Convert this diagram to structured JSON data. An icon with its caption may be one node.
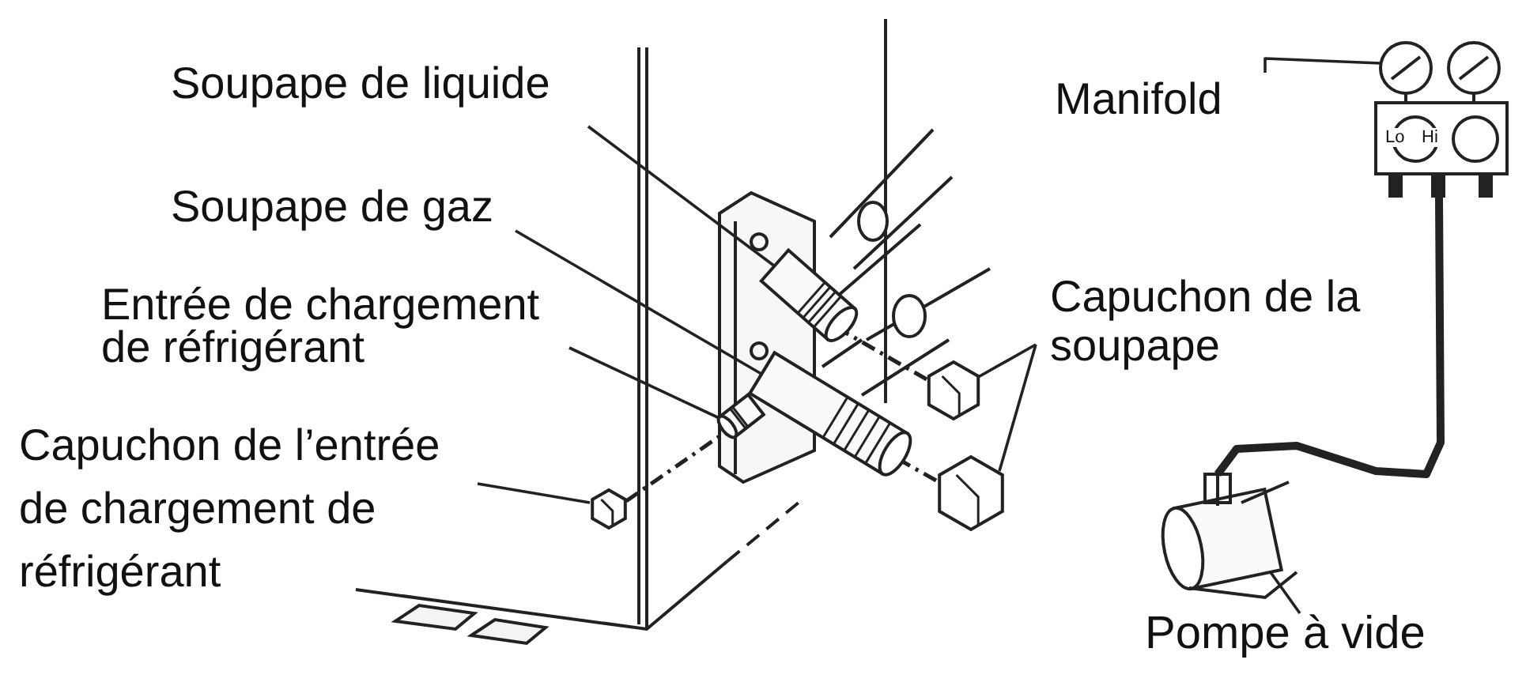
{
  "diagram": {
    "nodes": [
      {
        "text": [
          "Soupape de liquide"
        ]
      },
      {
        "text": [],
        "shape": "cylinder"
      },
      {
        "text": [
          "Soupape de gaz"
        ]
      },
      {
        "text": [],
        "shape": "cylinder"
      },
      {
        "text": [
          "Entrée de chargement de réfrigérant"
        ]
      },
      {
        "text": [],
        "shape": "cylinder"
      },
      {
        "text": [
          "Capuchon de l’entrée de chargement de réfrigérant"
        ]
      },
      {
        "text": [],
        "shape": "hexagon"
      },
      {
        "text": [
          "Capuchon de la soupape"
        ]
      },
      {
        "text": [],
        "shape": "hexagon"
      },
      {
        "text": [],
        "shape": "hexagon"
      },
      {
        "text": [
          "Manifold"
        ]
      },
      {
        "text": [],
        "shape": "box"
      },
      {
        "text": [
          "Pompe à vide"
        ]
      },
      {
        "text": [],
        "shape": "cylinder"
      }
    ],
    "edges": [
      {
        "from": 0,
        "to": 1,
        "arrow": "none"
      },
      {
        "from": 2,
        "to": 3,
        "arrow": "none"
      },
      {
        "from": 4,
        "to": 5,
        "arrow": "none"
      },
      {
        "from": 6,
        "to": 7,
        "arrow": "none"
      },
      {
        "from": 8,
        "to": 9,
        "arrow": "none"
      },
      {
        "from": 8,
        "to": 10,
        "arrow": "none"
      },
      {
        "from": 11,
        "to": 12,
        "arrow": "none"
      },
      {
        "from": 13,
        "to": 14,
        "arrow": "none"
      },
      {
        "from": 7,
        "to": 5,
        "arrow": "none",
        "style": "dashed"
      },
      {
        "from": 9,
        "to": 1,
        "arrow": "none",
        "style": "dashed"
      },
      {
        "from": 10,
        "to": 3,
        "arrow": "none",
        "style": "dashed"
      },
      {
        "from": 12,
        "to": 14,
        "arrow": "none",
        "style": "thick"
      }
    ],
    "labels": [
      "Lo",
      "Hi"
    ]
  }
}
